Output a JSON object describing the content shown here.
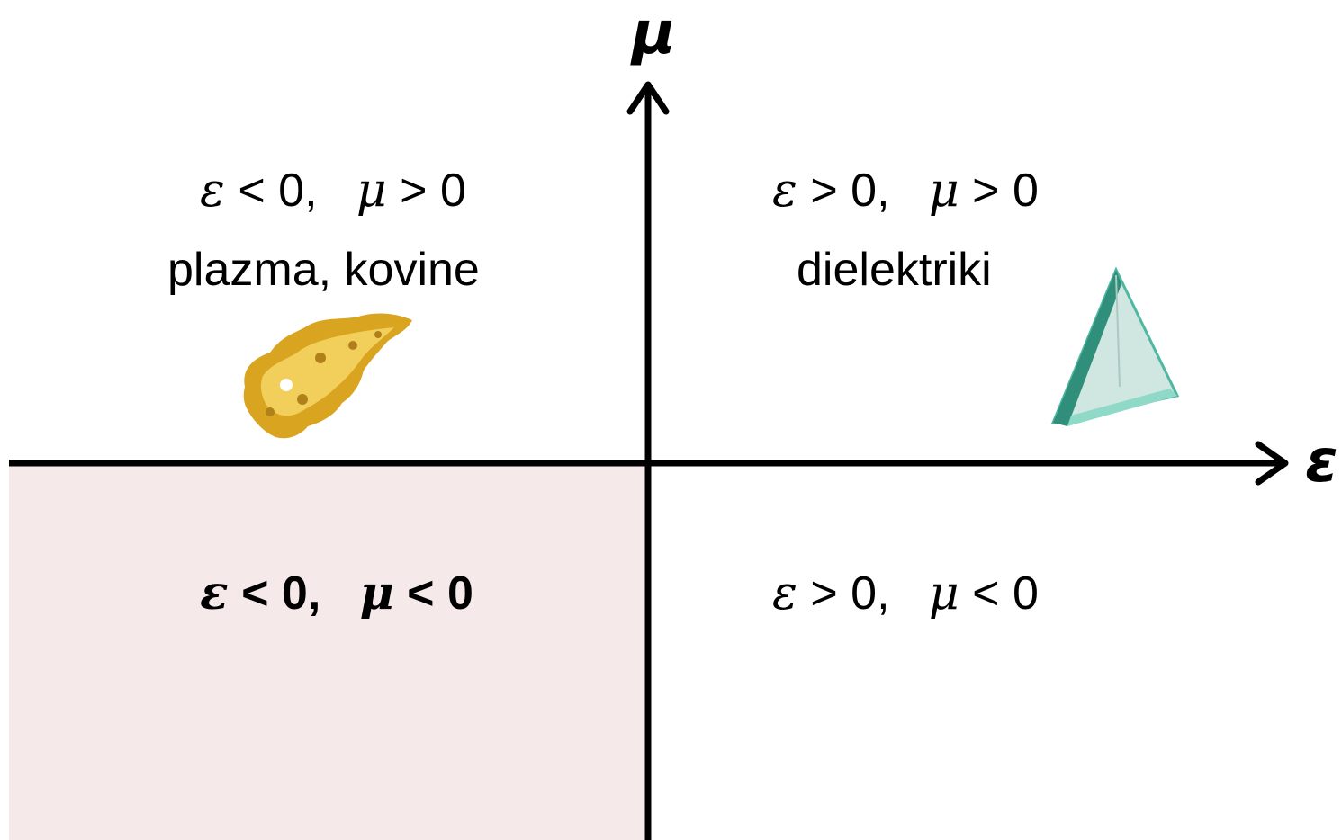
{
  "axes": {
    "x_label": "ε",
    "y_label": "μ"
  },
  "quadrants": {
    "top_left": {
      "condition": {
        "a": "ε",
        "a_rel": "< 0,",
        "b": "μ",
        "b_rel": "> 0"
      },
      "caption": "plazma, kovine",
      "image": "gold-nugget"
    },
    "top_right": {
      "condition": {
        "a": "ε",
        "a_rel": "> 0,",
        "b": "μ",
        "b_rel": "> 0"
      },
      "caption": "dielektriki",
      "image": "glass-prism"
    },
    "bottom_left": {
      "condition": {
        "a": "ε",
        "a_rel": "< 0,",
        "b": "μ",
        "b_rel": "< 0"
      },
      "highlight_color": "#f5e9e9",
      "bold": true
    },
    "bottom_right": {
      "condition": {
        "a": "ε",
        "a_rel": "> 0,",
        "b": "μ",
        "b_rel": "< 0"
      }
    }
  },
  "colors": {
    "axis": "#000000",
    "highlight": "#f5e9e9",
    "gold": "#d9a520",
    "glass": "#7fd6c4"
  }
}
